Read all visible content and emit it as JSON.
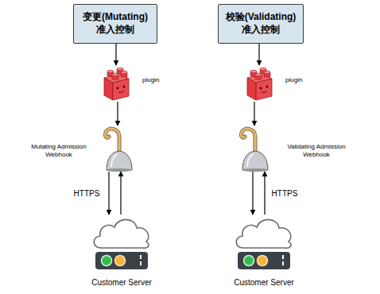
{
  "diagram": {
    "nodes": [
      {
        "text": [
          "变更(Mutating) 准入控制"
        ]
      },
      {
        "text": [
          "plugin"
        ]
      },
      {
        "text": [
          "Mutating Admission Webhook"
        ]
      },
      {
        "text": [
          "Customer Server"
        ]
      },
      {
        "text": [
          "校验(Validating) 准入控制"
        ]
      },
      {
        "text": [
          "plugin"
        ]
      },
      {
        "text": [
          "Validating Admission Webhook"
        ]
      },
      {
        "text": [
          "Customer Server"
        ]
      }
    ],
    "edges": [
      {
        "from": 0,
        "to": 1,
        "arrow": "to"
      },
      {
        "from": 1,
        "to": 2,
        "arrow": "to"
      },
      {
        "from": 2,
        "to": 3,
        "label": "HTTPS",
        "arrow": "to"
      },
      {
        "from": 3,
        "to": 2,
        "arrow": "to"
      },
      {
        "from": 4,
        "to": 5,
        "arrow": "to"
      },
      {
        "from": 5,
        "to": 6,
        "arrow": "to"
      },
      {
        "from": 6,
        "to": 7,
        "label": "HTTPS",
        "arrow": "to"
      },
      {
        "from": 7,
        "to": 6,
        "arrow": "to"
      }
    ]
  }
}
